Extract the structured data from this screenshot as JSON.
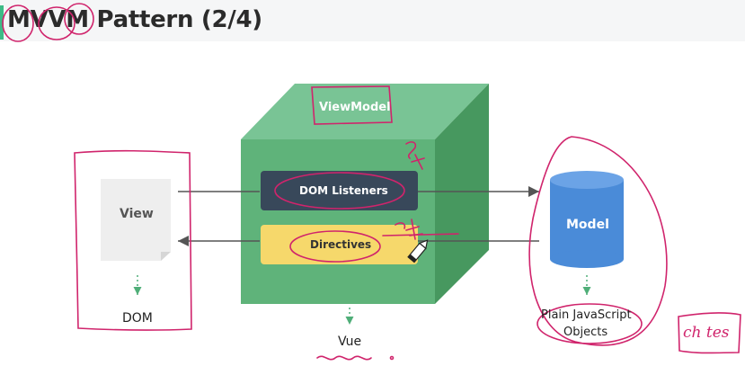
{
  "title": "MVVM Pattern (2/4)",
  "diagram": {
    "view_label": "View",
    "dom_label": "DOM",
    "viewmodel_label": "ViewModel",
    "dom_listeners_label": "DOM Listeners",
    "directives_label": "Directives",
    "vue_label": "Vue",
    "model_label": "Model",
    "model_caption_line1": "Plain JavaScript",
    "model_caption_line2": "Objects"
  },
  "colors": {
    "accent": "#3dbb86",
    "cube_front": "#5fb37a",
    "cube_top": "#79c495",
    "cube_side": "#47985f",
    "dom_listeners_box": "#38485a",
    "directives_box": "#f6d86b",
    "model_cylinder": "#4a8bd8",
    "view_page": "#eeeeee",
    "annotation": "#d0246c"
  },
  "annotation": {
    "handwritten_text": "ch tes"
  }
}
